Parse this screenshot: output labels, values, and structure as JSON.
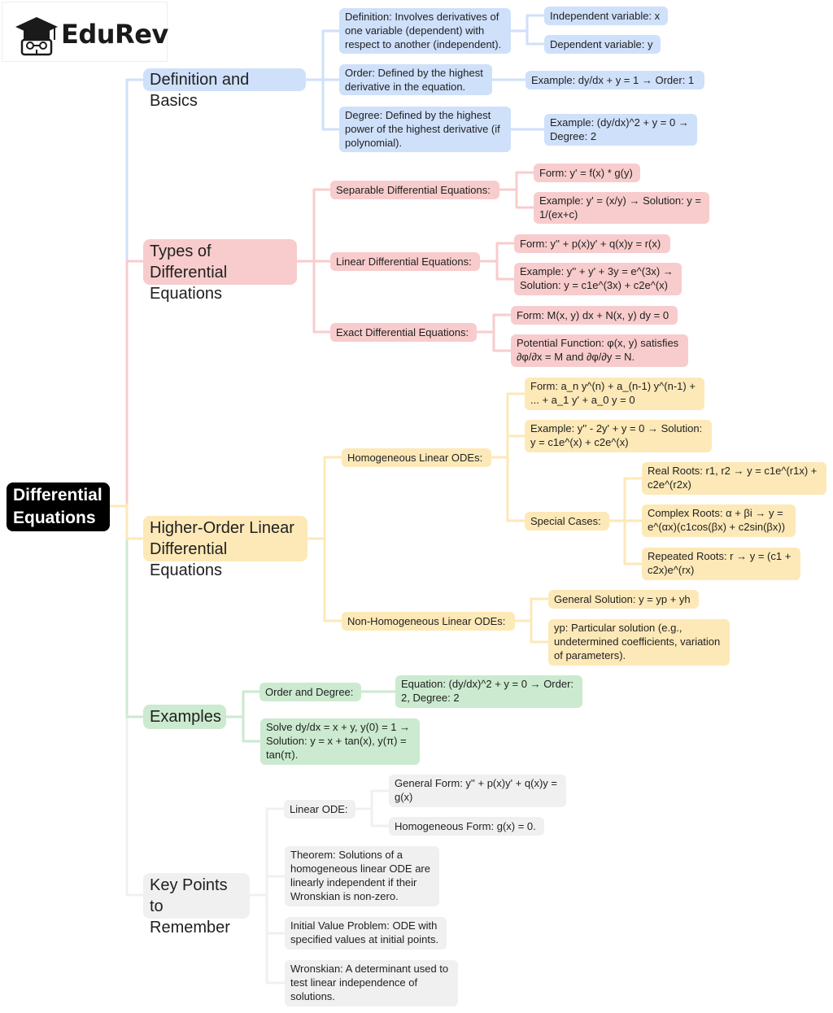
{
  "logo": {
    "text": "EduRev"
  },
  "root": "Differential\nEquations",
  "colors": {
    "blue": "#cfe0fa",
    "red": "#f8cccc",
    "yellow": "#fde9b8",
    "green": "#cbeacf",
    "gray": "#f0f0f1"
  },
  "branches": {
    "basics": {
      "title": "Definition and Basics",
      "definition": "Definition: Involves derivatives of\none variable (dependent) with\nrespect to another (independent).",
      "indep": "Independent variable: x",
      "dep": "Dependent variable: y",
      "order": "Order: Defined by the highest\nderivative in the equation.",
      "order_ex": "Example: dy/dx + y = 1 → Order: 1",
      "degree": "Degree: Defined by the highest\npower of the highest derivative (if\npolynomial).",
      "degree_ex": "Example: (dy/dx)^2 + y = 0 →\nDegree: 2"
    },
    "types": {
      "title": "Types of Differential\nEquations",
      "separable": "Separable Differential Equations:",
      "sep_form": "Form: y' = f(x) * g(y)",
      "sep_ex": "Example: y' = (x/y) → Solution: y =\n1/(ex+c)",
      "linear": "Linear Differential Equations:",
      "lin_form": "Form: y'' + p(x)y' + q(x)y = r(x)",
      "lin_ex": "Example: y'' + y' + 3y = e^(3x) →\nSolution: y = c1e^(3x) + c2e^(x)",
      "exact": "Exact Differential Equations:",
      "ex_form": "Form: M(x, y) dx + N(x, y) dy = 0",
      "ex_pot": "Potential Function: φ(x, y) satisfies\n∂φ/∂x = M and ∂φ/∂y = N."
    },
    "higher": {
      "title": "Higher-Order Linear\nDifferential Equations",
      "homog": "Homogeneous Linear ODEs:",
      "h_form": "Form: a_n y^(n) + a_(n-1) y^(n-1) +\n... + a_1 y' + a_0 y = 0",
      "h_ex": "Example: y'' - 2y' + y = 0 → Solution:\ny = c1e^(x) + c2e^(x)",
      "special": "Special Cases:",
      "real": "Real Roots: r1, r2 → y = c1e^(r1x) +\nc2e^(r2x)",
      "complex": "Complex Roots: α + βi → y =\ne^(αx)(c1cos(βx) + c2sin(βx))",
      "repeated": "Repeated Roots: r → y = (c1 +\nc2x)e^(rx)",
      "nonhomog": "Non-Homogeneous Linear ODEs:",
      "gen_sol": "General Solution: y = yp + yh",
      "yp": "yp: Particular solution (e.g.,\nundetermined coefficients, variation\nof parameters)."
    },
    "examples": {
      "title": "Examples",
      "od": "Order and Degree:",
      "od_eq": "Equation: (dy/dx)^2 + y = 0 → Order:\n2, Degree: 2",
      "solve": "Solve dy/dx = x + y, y(0) = 1 →\nSolution: y = x + tan(x), y(π) =\ntan(π)."
    },
    "keypoints": {
      "title": "Key Points to\nRemember",
      "lode": "Linear ODE:",
      "gen_form": "General Form: y'' + p(x)y' + q(x)y =\ng(x)",
      "homog_form": "Homogeneous Form: g(x) = 0.",
      "theorem": "Theorem: Solutions of a\nhomogeneous linear ODE are\nlinearly independent if their\nWronskian is non-zero.",
      "ivp": "Initial Value Problem: ODE with\nspecified values at initial points.",
      "wronskian": "Wronskian: A determinant used to\ntest linear independence of\nsolutions."
    }
  }
}
